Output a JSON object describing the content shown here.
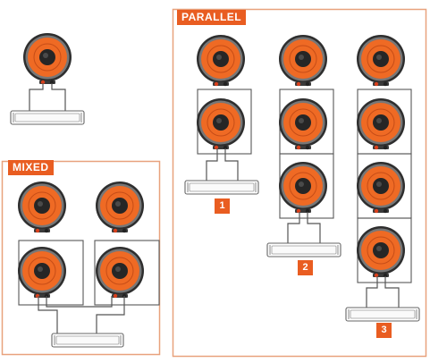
{
  "sections": {
    "mixed": {
      "label": "MIXED"
    },
    "parallel": {
      "label": "PARALLEL"
    }
  },
  "configs": {
    "parallel_1": {
      "number": "1"
    },
    "parallel_2": {
      "number": "2"
    },
    "parallel_3": {
      "number": "3"
    }
  },
  "colors": {
    "accent": "#e95d21",
    "cone": "#ef6a24",
    "frame": "#585858",
    "wire": "#555555",
    "terminal_red": "#d9401c"
  }
}
